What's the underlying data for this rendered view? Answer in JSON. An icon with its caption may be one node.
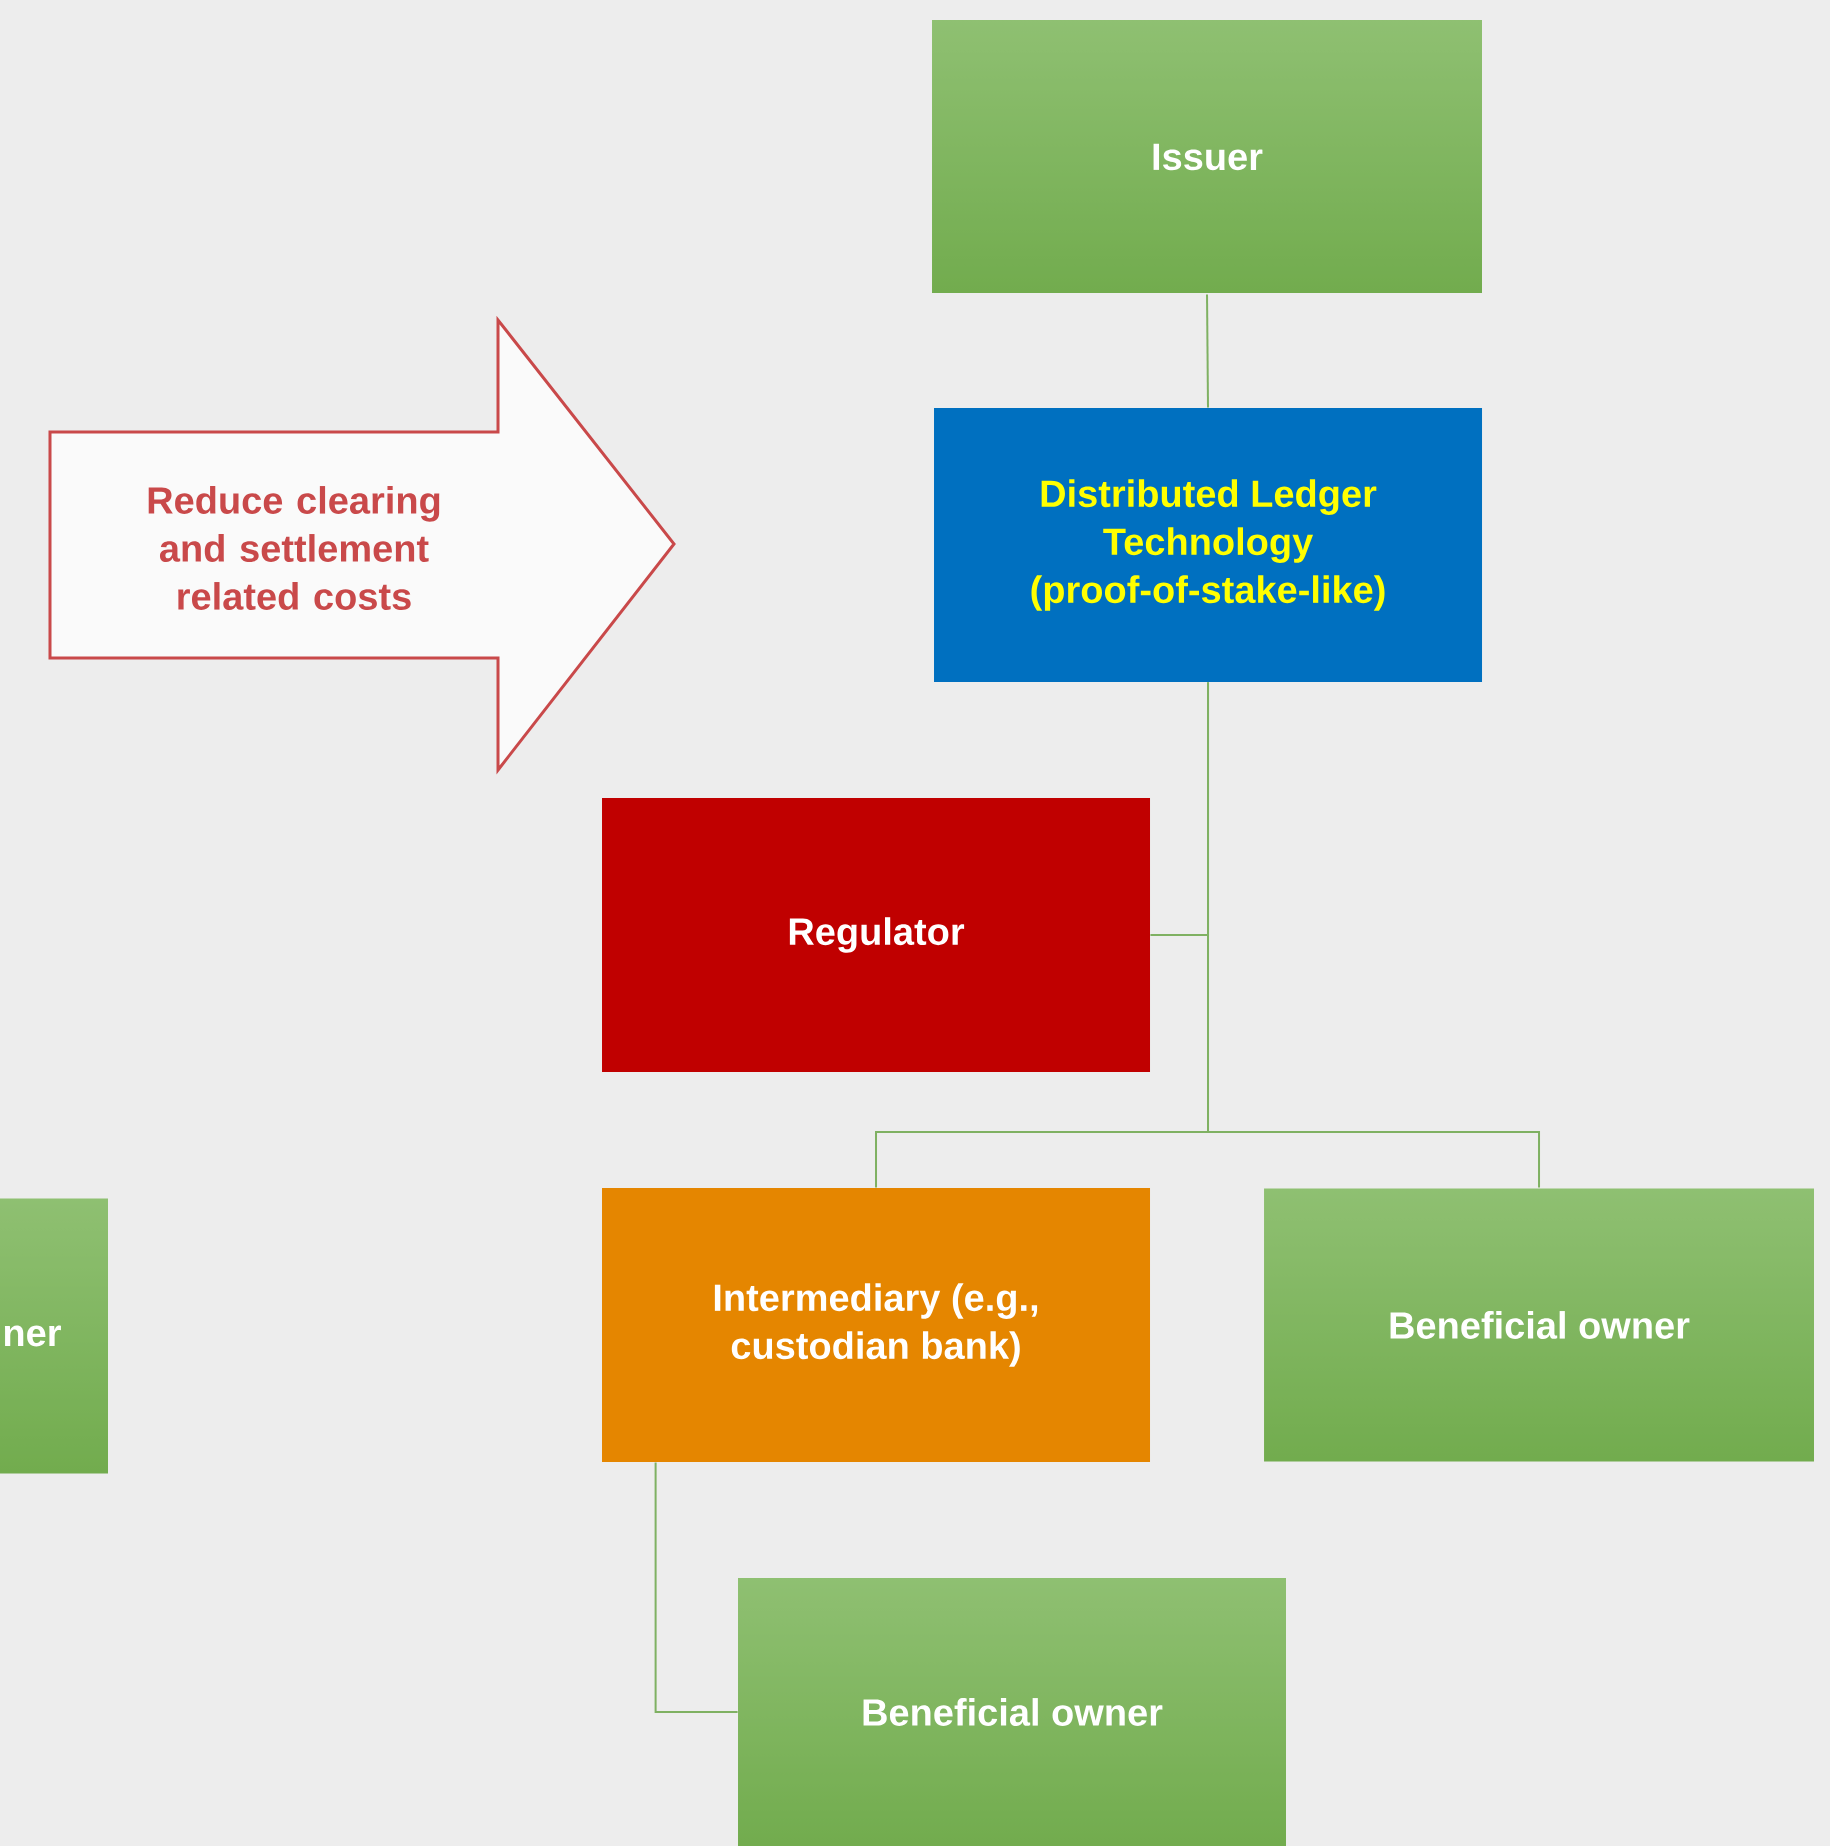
{
  "diagram": {
    "nodes": [
      {
        "text": [
          "Issuer"
        ]
      },
      {
        "text": [
          "Distributed Ledger Technology (proof-of-stake-like)"
        ]
      },
      {
        "text": [
          "Regulator"
        ]
      },
      {
        "text": [
          "Intermediary (e.g., custodian bank)"
        ]
      },
      {
        "text": [
          "Beneficial owner"
        ]
      },
      {
        "text": [
          "Beneficial owner"
        ]
      },
      {
        "text": [
          "ner"
        ]
      },
      {
        "text": [
          "Reduce clearing and settlement related costs"
        ]
      }
    ],
    "edges": [
      {
        "from": 0,
        "to": 1,
        "arrow": "none"
      },
      {
        "from": 1,
        "to": 2,
        "arrow": "none"
      },
      {
        "from": 1,
        "to": 3,
        "arrow": "none"
      },
      {
        "from": 1,
        "to": 4,
        "arrow": "none"
      },
      {
        "from": 3,
        "to": 5,
        "arrow": "none"
      }
    ]
  }
}
